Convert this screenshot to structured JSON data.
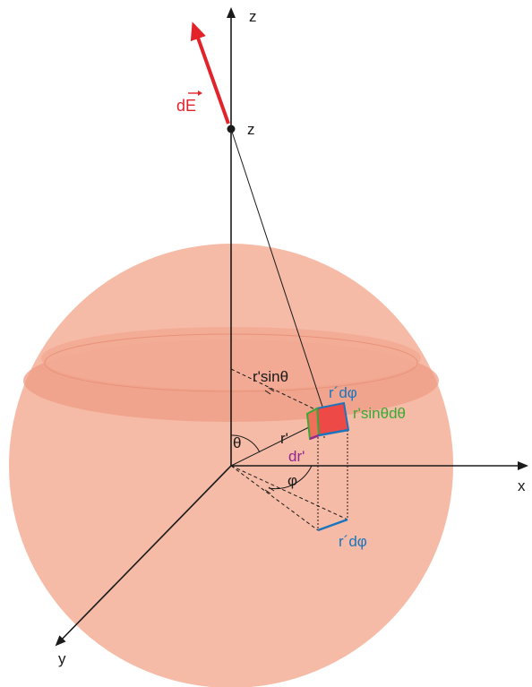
{
  "labels": {
    "z_axis": "z",
    "z_point": "z",
    "x_axis": "x",
    "y_axis": "y",
    "dE_letters": "dE",
    "r_sin_theta": "r'sinθ",
    "r_dphi_top": "r´dφ",
    "r_sin_theta_dtheta": "r'sinθdθ",
    "r_prime": "r'",
    "dr_prime": "dr'",
    "theta": "θ",
    "phi": "φ",
    "r_dphi_bottom": "r´dφ"
  },
  "colors": {
    "sphere": "#f5b5a0",
    "band": "#ee9c84",
    "dE_vector": "#e2232a",
    "r_dphi": "#1c75bc",
    "r_sin_theta_dtheta": "#39a935",
    "dr_prime": "#92278f",
    "element_fill": "#ed4a47",
    "axes": "#1a1a1a"
  }
}
